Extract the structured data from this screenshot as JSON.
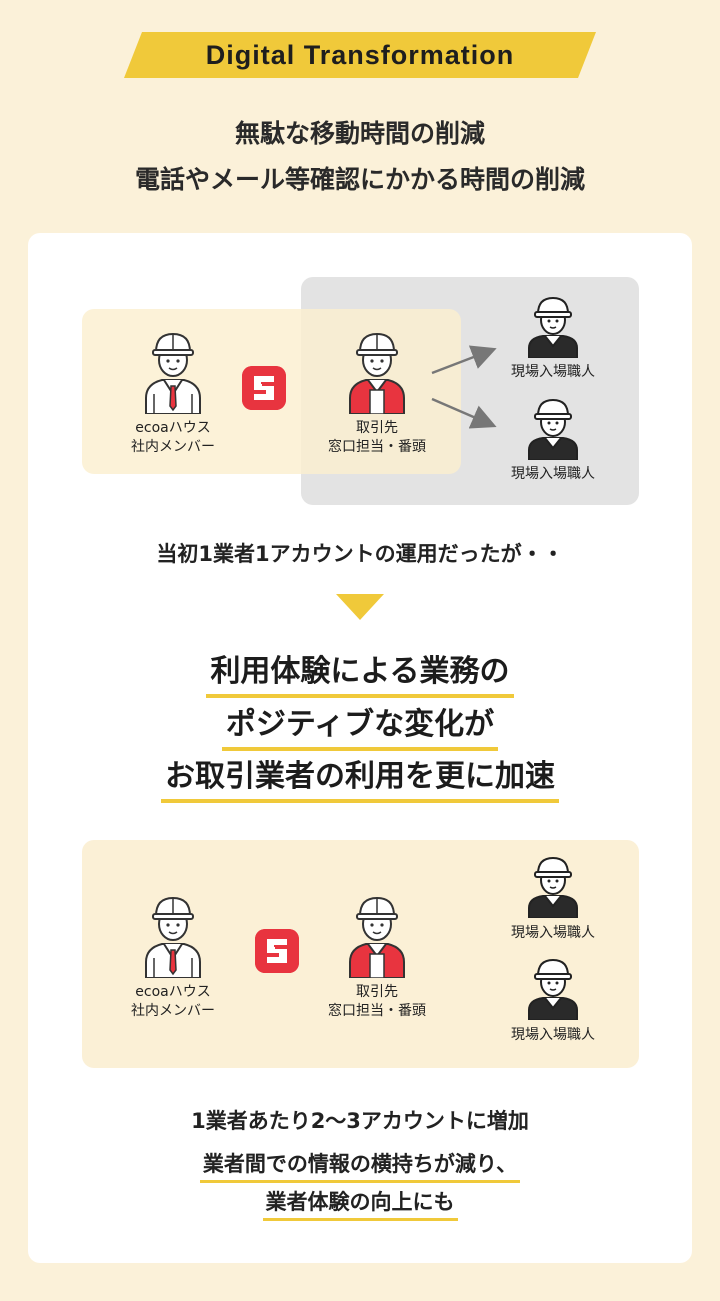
{
  "banner": {
    "text": "Digital Transformation",
    "color": "#f0c93a"
  },
  "subtitle": {
    "line1": "無駄な移動時間の削減",
    "line2": "電話やメール等確認にかかる時間の削減"
  },
  "diagram_before": {
    "member_label_1": "ecoaハウス",
    "member_label_2": "社内メンバー",
    "partner_label_1": "取引先",
    "partner_label_2": "窓口担当・番頭",
    "worker_label_top": "現場入場職人",
    "worker_label_bottom": "現場入場職人"
  },
  "transition_text": "当初1業者1アカウントの運用だったが・・",
  "headline": {
    "line1": "利用体験による業務の",
    "line2": "ポジティブな変化が",
    "line3": "お取引業者の利用を更に加速"
  },
  "diagram_after": {
    "member_label_1": "ecoaハウス",
    "member_label_2": "社内メンバー",
    "partner_label_1": "取引先",
    "partner_label_2": "窓口担当・番頭",
    "worker_label_top": "現場入場職人",
    "worker_label_bottom": "現場入場職人"
  },
  "bottom": {
    "line1": "1業者あたり2〜3アカウントに増加",
    "line2": "業者間での情報の横持ちが減り、",
    "line3": "業者体験の向上にも"
  },
  "colors": {
    "accent_yellow": "#f0c93a",
    "app_red": "#e8343f",
    "background": "#fbf1d9",
    "vest_red": "#e8343f"
  },
  "icons": {
    "app": "app-logo-icon",
    "member": "office-worker-icon",
    "partner": "red-vest-worker-icon",
    "worker": "craftsman-icon"
  }
}
